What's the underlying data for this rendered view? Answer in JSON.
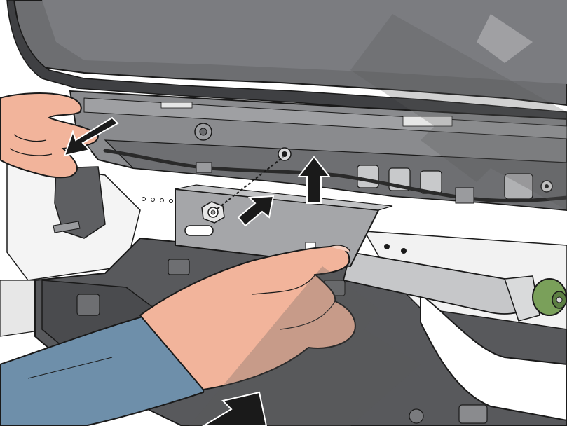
{
  "illustration": {
    "subject": "vehicle-interior-trim-bracket-installation",
    "steps": [
      "pull-trim-panel-rearward",
      "lift-bracket-upward",
      "insert-bracket-and-install-nut"
    ],
    "icons": [
      "arrow-down-left-icon",
      "arrow-up-icon",
      "arrow-up-right-icon",
      "watermark-arrow-icon"
    ],
    "colors": {
      "outline": "#1a1a1a",
      "dark_panel": "#595a5c",
      "mid_panel": "#7a7b7e",
      "light_panel": "#b6b7b9",
      "bracket": "#a5a6a9",
      "skin": "#f2b49b",
      "skin_shadow": "#dc9a82",
      "sleeve": "#6e8faa",
      "grommet": "#7aa05a",
      "arrow": "#1a1a1a",
      "watermark": "rgba(90,90,90,0.28)"
    }
  }
}
